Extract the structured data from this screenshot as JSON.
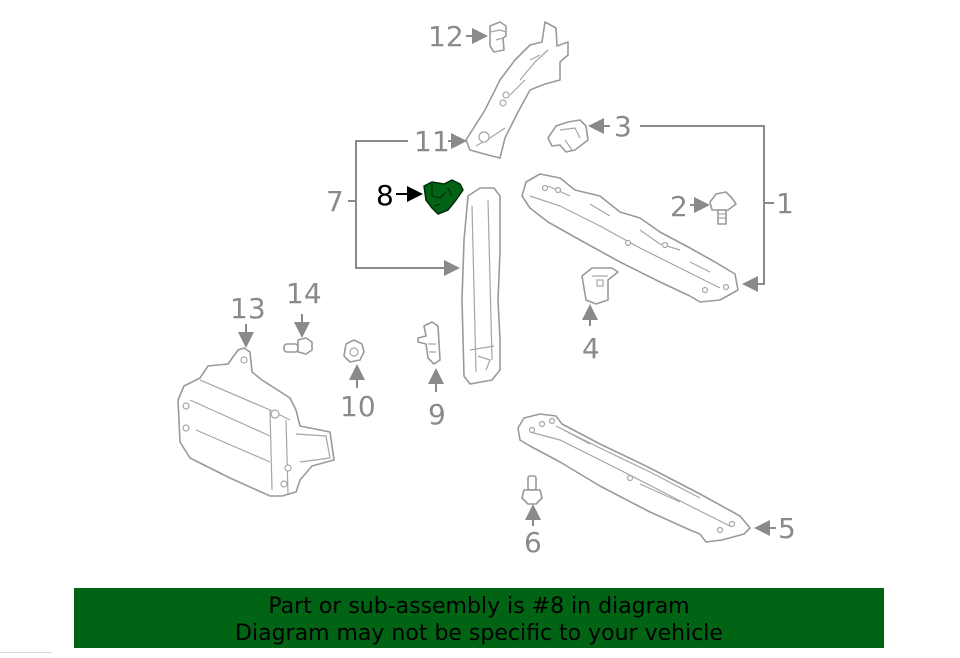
{
  "diagram": {
    "highlighted_part": "8",
    "highlight_color": "#006414",
    "line_color": "#9a9a9a",
    "callouts": [
      {
        "id": "1",
        "label": "1"
      },
      {
        "id": "2",
        "label": "2"
      },
      {
        "id": "3",
        "label": "3"
      },
      {
        "id": "4",
        "label": "4"
      },
      {
        "id": "5",
        "label": "5"
      },
      {
        "id": "6",
        "label": "6"
      },
      {
        "id": "7",
        "label": "7"
      },
      {
        "id": "8",
        "label": "8"
      },
      {
        "id": "9",
        "label": "9"
      },
      {
        "id": "10",
        "label": "10"
      },
      {
        "id": "11",
        "label": "11"
      },
      {
        "id": "12",
        "label": "12"
      },
      {
        "id": "13",
        "label": "13"
      },
      {
        "id": "14",
        "label": "14"
      }
    ]
  },
  "banner": {
    "line1": "Part or sub-assembly is #8 in diagram",
    "line2": "Diagram may not be specific to your vehicle",
    "background": "#006414"
  }
}
